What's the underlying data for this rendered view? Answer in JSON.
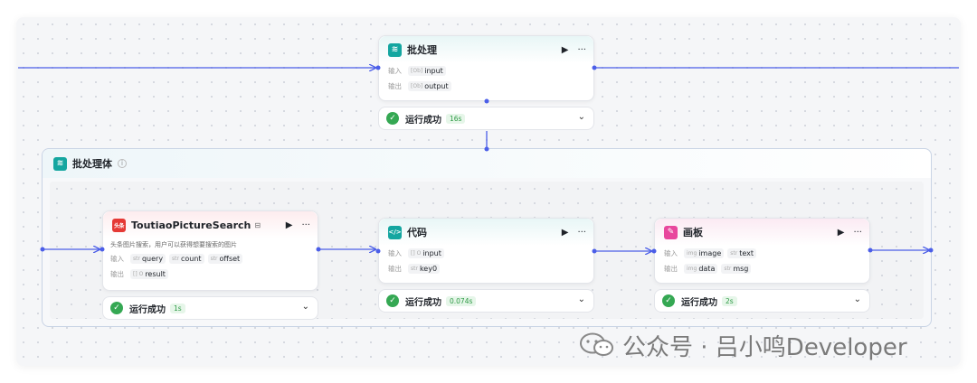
{
  "batch": {
    "title": "批处理",
    "input_label": "输入",
    "output_label": "输出",
    "input_tag": "input",
    "output_tag": "output",
    "input_type": "[Ob]",
    "output_type": "[Ob]",
    "status": "运行成功",
    "duration": "16s"
  },
  "batch_body": {
    "title": "批处理体"
  },
  "toutiao": {
    "badge": "头条",
    "title": "ToutiaoPictureSearch",
    "description": "头条图片搜索，用户可以获得想要搜索的图片",
    "input_label": "输入",
    "output_label": "输出",
    "inputs": [
      {
        "type": "str",
        "name": "query"
      },
      {
        "type": "str",
        "name": "count"
      },
      {
        "type": "str",
        "name": "offset"
      }
    ],
    "outputs": [
      {
        "type": "[] O",
        "name": "result"
      }
    ],
    "status": "运行成功",
    "duration": "1s"
  },
  "code": {
    "title": "代码",
    "input_label": "输入",
    "output_label": "输出",
    "inputs": [
      {
        "type": "[] O",
        "name": "input"
      }
    ],
    "outputs": [
      {
        "type": "str",
        "name": "key0"
      }
    ],
    "status": "运行成功",
    "duration": "0.074s"
  },
  "canvas": {
    "title": "画板",
    "input_label": "输入",
    "output_label": "输出",
    "inputs": [
      {
        "type": "img",
        "name": "image"
      },
      {
        "type": "str",
        "name": "text"
      }
    ],
    "outputs": [
      {
        "type": "img",
        "name": "data"
      },
      {
        "type": "str",
        "name": "msg"
      }
    ],
    "status": "运行成功",
    "duration": "2s"
  },
  "watermark": {
    "text": "公众号 · 吕小鸣Developer"
  },
  "colors": {
    "edge": "#4b5ee8",
    "teal": "#14a6a0",
    "pink": "#e8479d",
    "success": "#35a853"
  },
  "icons": {
    "run": "play-icon",
    "more": "more-icon",
    "expand": "chevron-down-icon"
  }
}
